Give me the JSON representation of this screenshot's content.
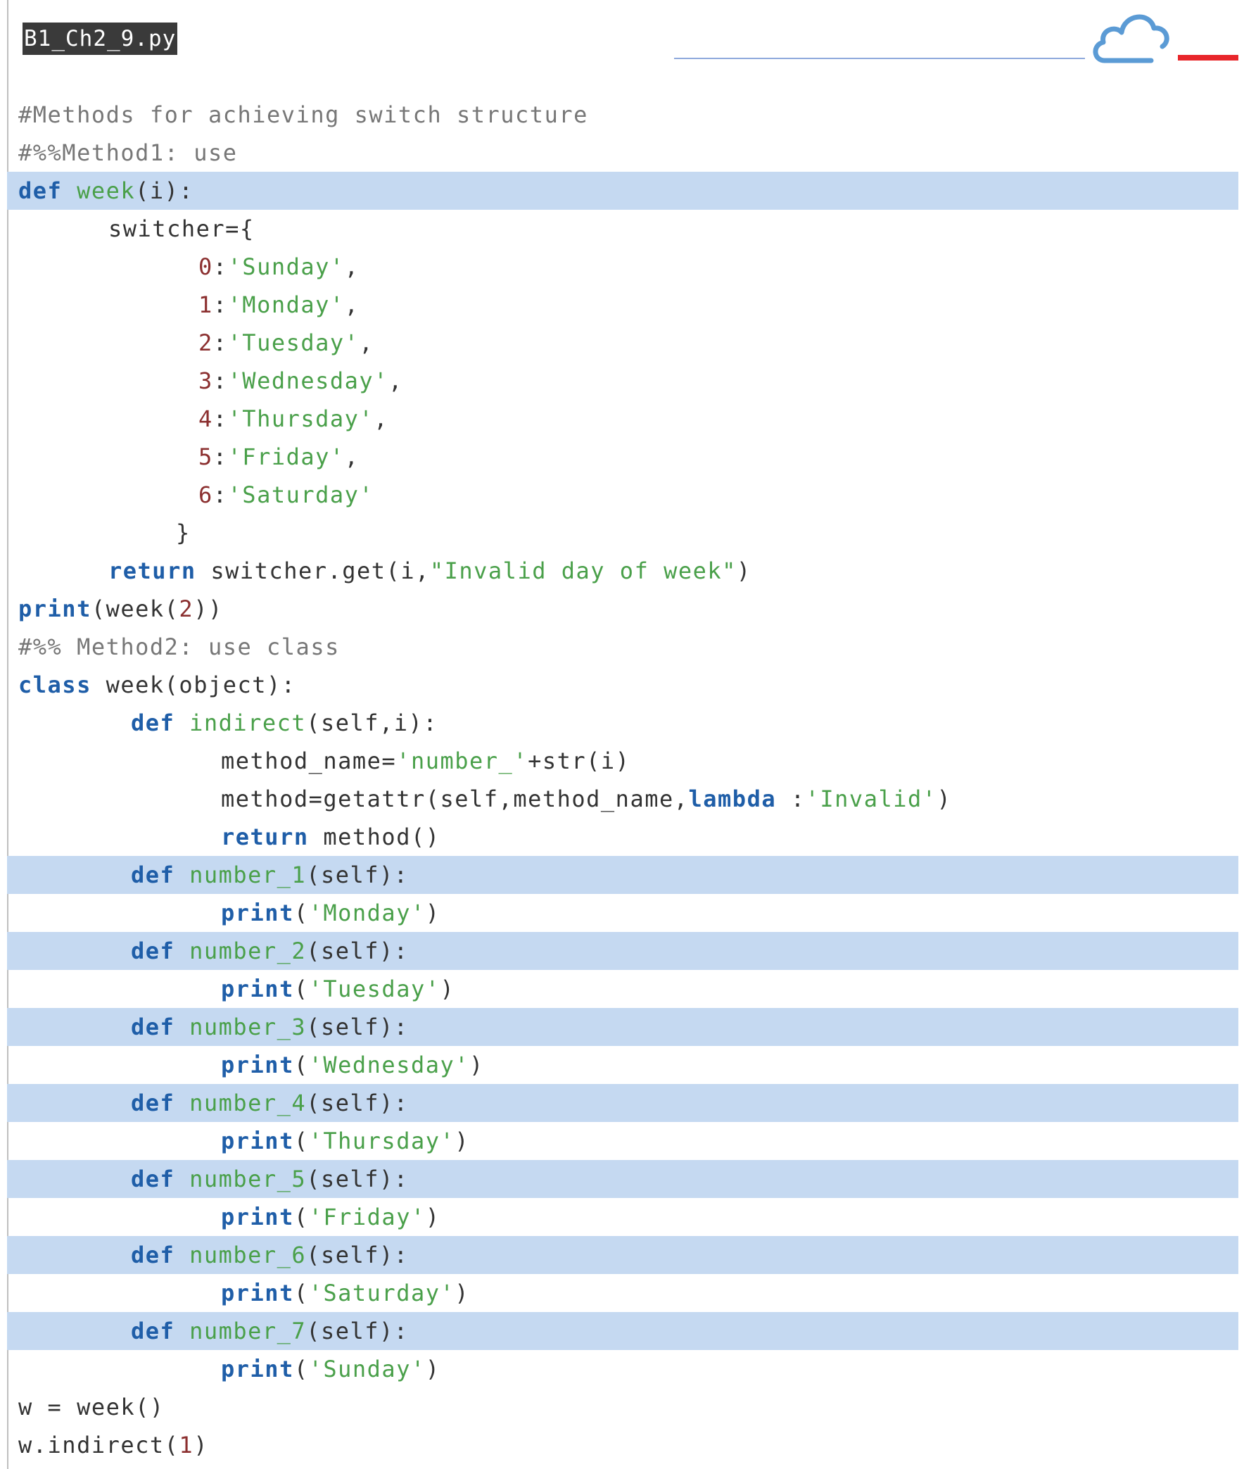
{
  "file": {
    "name": "B1_Ch2_9.py"
  },
  "colors": {
    "keyword": "#1f5ea8",
    "function_name": "#4aa04a",
    "string": "#4aa04a",
    "number": "#8b2f2f",
    "comment": "#777777",
    "highlight": "#c5d9f1",
    "accent_red": "#e8262b",
    "accent_blue": "#5b9bd5"
  },
  "icons": {
    "cloud": "cloud-icon"
  },
  "code": [
    {
      "indent": 0,
      "highlight": false,
      "tokens": [
        {
          "t": "cm",
          "v": "#Methods for achieving switch structure"
        }
      ]
    },
    {
      "indent": 0,
      "highlight": false,
      "tokens": [
        {
          "t": "cm",
          "v": "#%%Method1: use"
        }
      ]
    },
    {
      "indent": 0,
      "highlight": true,
      "tokens": [
        {
          "t": "kw",
          "v": "def"
        },
        {
          "t": "plain",
          "v": " "
        },
        {
          "t": "fn",
          "v": "week"
        },
        {
          "t": "plain",
          "v": "(i):"
        }
      ]
    },
    {
      "indent": 4,
      "highlight": false,
      "tokens": [
        {
          "t": "plain",
          "v": "switcher={"
        }
      ]
    },
    {
      "indent": 8,
      "highlight": false,
      "tokens": [
        {
          "t": "num",
          "v": "0"
        },
        {
          "t": "plain",
          "v": ":"
        },
        {
          "t": "str",
          "v": "'Sunday'"
        },
        {
          "t": "plain",
          "v": ","
        }
      ]
    },
    {
      "indent": 8,
      "highlight": false,
      "tokens": [
        {
          "t": "num",
          "v": "1"
        },
        {
          "t": "plain",
          "v": ":"
        },
        {
          "t": "str",
          "v": "'Monday'"
        },
        {
          "t": "plain",
          "v": ","
        }
      ]
    },
    {
      "indent": 8,
      "highlight": false,
      "tokens": [
        {
          "t": "num",
          "v": "2"
        },
        {
          "t": "plain",
          "v": ":"
        },
        {
          "t": "str",
          "v": "'Tuesday'"
        },
        {
          "t": "plain",
          "v": ","
        }
      ]
    },
    {
      "indent": 8,
      "highlight": false,
      "tokens": [
        {
          "t": "num",
          "v": "3"
        },
        {
          "t": "plain",
          "v": ":"
        },
        {
          "t": "str",
          "v": "'Wednesday'"
        },
        {
          "t": "plain",
          "v": ","
        }
      ]
    },
    {
      "indent": 8,
      "highlight": false,
      "tokens": [
        {
          "t": "num",
          "v": "4"
        },
        {
          "t": "plain",
          "v": ":"
        },
        {
          "t": "str",
          "v": "'Thursday'"
        },
        {
          "t": "plain",
          "v": ","
        }
      ]
    },
    {
      "indent": 8,
      "highlight": false,
      "tokens": [
        {
          "t": "num",
          "v": "5"
        },
        {
          "t": "plain",
          "v": ":"
        },
        {
          "t": "str",
          "v": "'Friday'"
        },
        {
          "t": "plain",
          "v": ","
        }
      ]
    },
    {
      "indent": 8,
      "highlight": false,
      "tokens": [
        {
          "t": "num",
          "v": "6"
        },
        {
          "t": "plain",
          "v": ":"
        },
        {
          "t": "str",
          "v": "'Saturday'"
        }
      ]
    },
    {
      "indent": 7,
      "highlight": false,
      "tokens": [
        {
          "t": "plain",
          "v": "}"
        }
      ]
    },
    {
      "indent": 4,
      "highlight": false,
      "tokens": [
        {
          "t": "kw",
          "v": "return"
        },
        {
          "t": "plain",
          "v": " switcher.get(i,"
        },
        {
          "t": "str",
          "v": "\"Invalid day of week\""
        },
        {
          "t": "plain",
          "v": ")"
        }
      ]
    },
    {
      "indent": 0,
      "highlight": false,
      "tokens": [
        {
          "t": "kw",
          "v": "print"
        },
        {
          "t": "plain",
          "v": "(week("
        },
        {
          "t": "num",
          "v": "2"
        },
        {
          "t": "plain",
          "v": "))"
        }
      ]
    },
    {
      "indent": 0,
      "highlight": false,
      "tokens": [
        {
          "t": "cm",
          "v": "#%% Method2: use class"
        }
      ]
    },
    {
      "indent": 0,
      "highlight": false,
      "tokens": [
        {
          "t": "kw",
          "v": "class"
        },
        {
          "t": "plain",
          "v": " week(object):"
        }
      ]
    },
    {
      "indent": 5,
      "highlight": false,
      "tokens": [
        {
          "t": "kw",
          "v": "def"
        },
        {
          "t": "plain",
          "v": " "
        },
        {
          "t": "fn",
          "v": "indirect"
        },
        {
          "t": "plain",
          "v": "(self,i):"
        }
      ]
    },
    {
      "indent": 9,
      "highlight": false,
      "tokens": [
        {
          "t": "plain",
          "v": "method_name="
        },
        {
          "t": "str",
          "v": "'number_'"
        },
        {
          "t": "plain",
          "v": "+str(i)"
        }
      ]
    },
    {
      "indent": 9,
      "highlight": false,
      "tokens": [
        {
          "t": "plain",
          "v": "method=getattr(self,method_name,"
        },
        {
          "t": "kw",
          "v": "lambda"
        },
        {
          "t": "plain",
          "v": " :"
        },
        {
          "t": "str",
          "v": "'Invalid'"
        },
        {
          "t": "plain",
          "v": ")"
        }
      ]
    },
    {
      "indent": 9,
      "highlight": false,
      "tokens": [
        {
          "t": "kw",
          "v": "return"
        },
        {
          "t": "plain",
          "v": " method()"
        }
      ]
    },
    {
      "indent": 5,
      "highlight": true,
      "tokens": [
        {
          "t": "kw",
          "v": "def"
        },
        {
          "t": "plain",
          "v": " "
        },
        {
          "t": "fn",
          "v": "number_1"
        },
        {
          "t": "plain",
          "v": "(self):"
        }
      ]
    },
    {
      "indent": 9,
      "highlight": false,
      "tokens": [
        {
          "t": "kw",
          "v": "print"
        },
        {
          "t": "plain",
          "v": "("
        },
        {
          "t": "str",
          "v": "'Monday'"
        },
        {
          "t": "plain",
          "v": ")"
        }
      ]
    },
    {
      "indent": 5,
      "highlight": true,
      "tokens": [
        {
          "t": "kw",
          "v": "def"
        },
        {
          "t": "plain",
          "v": " "
        },
        {
          "t": "fn",
          "v": "number_2"
        },
        {
          "t": "plain",
          "v": "(self):"
        }
      ]
    },
    {
      "indent": 9,
      "highlight": false,
      "tokens": [
        {
          "t": "kw",
          "v": "print"
        },
        {
          "t": "plain",
          "v": "("
        },
        {
          "t": "str",
          "v": "'Tuesday'"
        },
        {
          "t": "plain",
          "v": ")"
        }
      ]
    },
    {
      "indent": 5,
      "highlight": true,
      "tokens": [
        {
          "t": "kw",
          "v": "def"
        },
        {
          "t": "plain",
          "v": " "
        },
        {
          "t": "fn",
          "v": "number_3"
        },
        {
          "t": "plain",
          "v": "(self):"
        }
      ]
    },
    {
      "indent": 9,
      "highlight": false,
      "tokens": [
        {
          "t": "kw",
          "v": "print"
        },
        {
          "t": "plain",
          "v": "("
        },
        {
          "t": "str",
          "v": "'Wednesday'"
        },
        {
          "t": "plain",
          "v": ")"
        }
      ]
    },
    {
      "indent": 5,
      "highlight": true,
      "tokens": [
        {
          "t": "kw",
          "v": "def"
        },
        {
          "t": "plain",
          "v": " "
        },
        {
          "t": "fn",
          "v": "number_4"
        },
        {
          "t": "plain",
          "v": "(self):"
        }
      ]
    },
    {
      "indent": 9,
      "highlight": false,
      "tokens": [
        {
          "t": "kw",
          "v": "print"
        },
        {
          "t": "plain",
          "v": "("
        },
        {
          "t": "str",
          "v": "'Thursday'"
        },
        {
          "t": "plain",
          "v": ")"
        }
      ]
    },
    {
      "indent": 5,
      "highlight": true,
      "tokens": [
        {
          "t": "kw",
          "v": "def"
        },
        {
          "t": "plain",
          "v": " "
        },
        {
          "t": "fn",
          "v": "number_5"
        },
        {
          "t": "plain",
          "v": "(self):"
        }
      ]
    },
    {
      "indent": 9,
      "highlight": false,
      "tokens": [
        {
          "t": "kw",
          "v": "print"
        },
        {
          "t": "plain",
          "v": "("
        },
        {
          "t": "str",
          "v": "'Friday'"
        },
        {
          "t": "plain",
          "v": ")"
        }
      ]
    },
    {
      "indent": 5,
      "highlight": true,
      "tokens": [
        {
          "t": "kw",
          "v": "def"
        },
        {
          "t": "plain",
          "v": " "
        },
        {
          "t": "fn",
          "v": "number_6"
        },
        {
          "t": "plain",
          "v": "(self):"
        }
      ]
    },
    {
      "indent": 9,
      "highlight": false,
      "tokens": [
        {
          "t": "kw",
          "v": "print"
        },
        {
          "t": "plain",
          "v": "("
        },
        {
          "t": "str",
          "v": "'Saturday'"
        },
        {
          "t": "plain",
          "v": ")"
        }
      ]
    },
    {
      "indent": 5,
      "highlight": true,
      "tokens": [
        {
          "t": "kw",
          "v": "def"
        },
        {
          "t": "plain",
          "v": " "
        },
        {
          "t": "fn",
          "v": "number_7"
        },
        {
          "t": "plain",
          "v": "(self):"
        }
      ]
    },
    {
      "indent": 9,
      "highlight": false,
      "tokens": [
        {
          "t": "kw",
          "v": "print"
        },
        {
          "t": "plain",
          "v": "("
        },
        {
          "t": "str",
          "v": "'Sunday'"
        },
        {
          "t": "plain",
          "v": ")"
        }
      ]
    },
    {
      "indent": 0,
      "highlight": false,
      "tokens": [
        {
          "t": "plain",
          "v": "w = week()"
        }
      ]
    },
    {
      "indent": 0,
      "highlight": false,
      "tokens": [
        {
          "t": "plain",
          "v": "w.indirect("
        },
        {
          "t": "num",
          "v": "1"
        },
        {
          "t": "plain",
          "v": ")"
        }
      ]
    }
  ]
}
